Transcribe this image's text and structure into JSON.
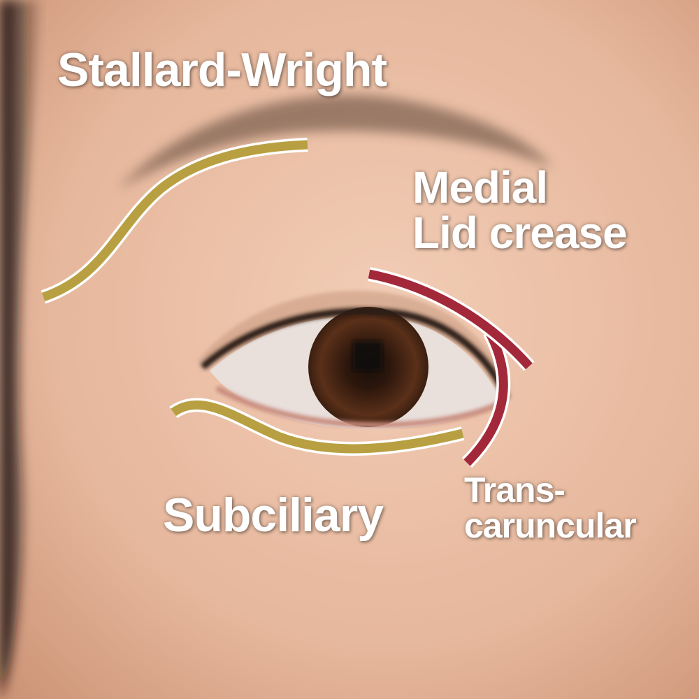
{
  "labels": {
    "stallard_wright": "Stallard-Wright",
    "medial_line1": "Medial",
    "medial_line2": "Lid crease",
    "subciliary": "Subciliary",
    "trans_line1": "Trans-",
    "trans_line2": "caruncular"
  },
  "colors": {
    "gold_incision": "#b8a042",
    "red_incision": "#a3293a",
    "outline": "#ffffff"
  }
}
